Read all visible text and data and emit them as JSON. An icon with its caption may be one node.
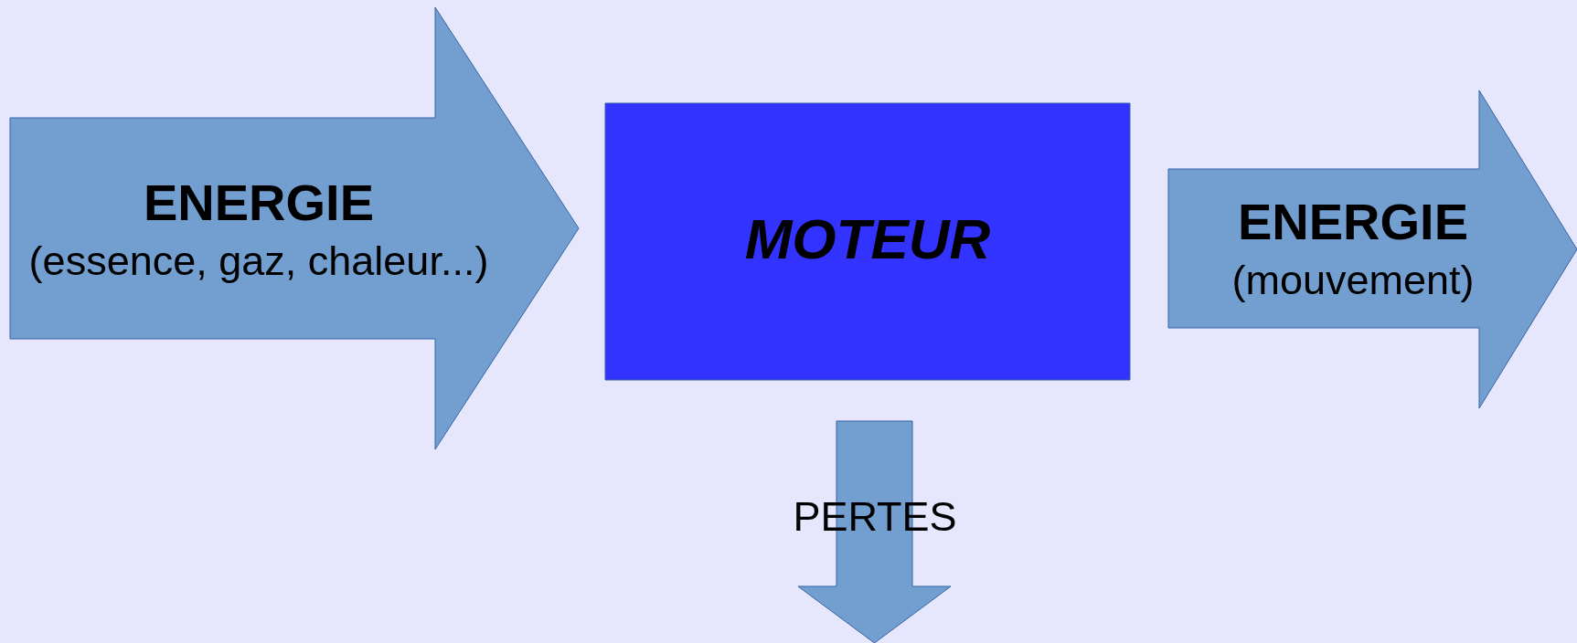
{
  "diagram": {
    "nodes": [
      {
        "text": [
          "ENERGIE",
          "(essence, gaz, chaleur...)"
        ]
      },
      {
        "text": [
          "MOTEUR"
        ]
      },
      {
        "text": [
          "ENERGIE",
          "(mouvement)"
        ]
      },
      {
        "text": [
          "PERTES"
        ]
      }
    ]
  }
}
